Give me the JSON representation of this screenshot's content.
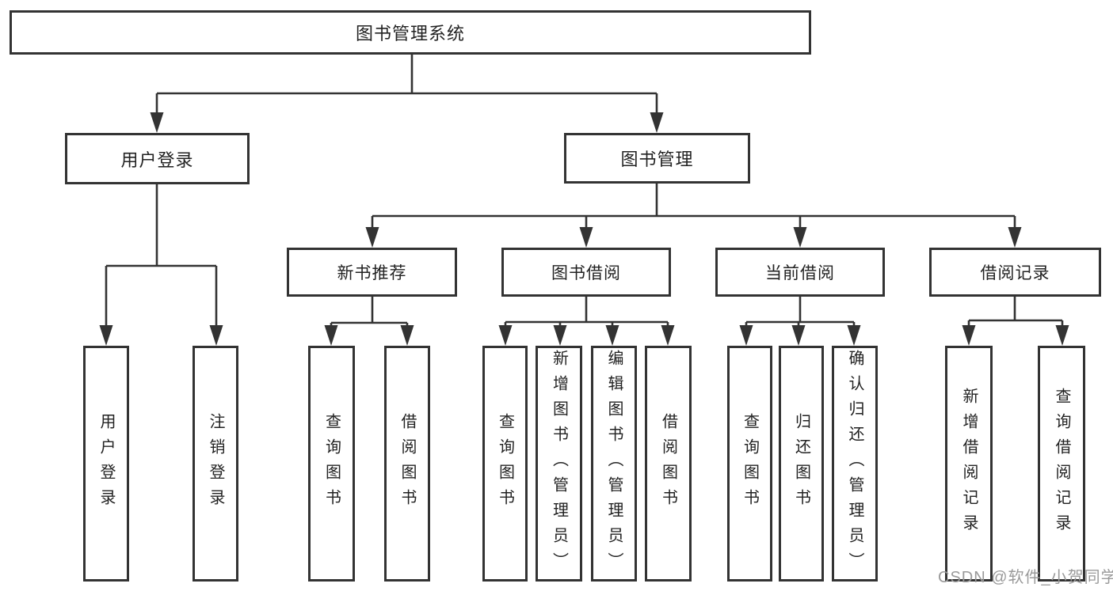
{
  "diagram_type": "hierarchy-tree",
  "tree": {
    "root": {
      "label": "图书管理系统",
      "children": [
        {
          "label": "用户登录",
          "children": [
            {
              "label": "用户登录"
            },
            {
              "label": "注销登录"
            }
          ]
        },
        {
          "label": "图书管理",
          "children": [
            {
              "label": "新书推荐",
              "children": [
                {
                  "label": "查询图书"
                },
                {
                  "label": "借阅图书"
                }
              ]
            },
            {
              "label": "图书借阅",
              "children": [
                {
                  "label": "查询图书"
                },
                {
                  "label": "新增图书（管理员）"
                },
                {
                  "label": "编辑图书（管理员）"
                },
                {
                  "label": "借阅图书"
                }
              ]
            },
            {
              "label": "当前借阅",
              "children": [
                {
                  "label": "查询图书"
                },
                {
                  "label": "归还图书"
                },
                {
                  "label": "确认归还（管理员）"
                }
              ]
            },
            {
              "label": "借阅记录",
              "children": [
                {
                  "label": "新增借阅记录"
                },
                {
                  "label": "查询借阅记录"
                }
              ]
            }
          ]
        }
      ]
    }
  },
  "watermark": {
    "text": "CSDN @软件_小贺同学"
  },
  "colors": {
    "line": "#333333",
    "box_border": "#333333",
    "text": "#222222",
    "watermark": "#9a9a9a",
    "background": "#ffffff"
  }
}
